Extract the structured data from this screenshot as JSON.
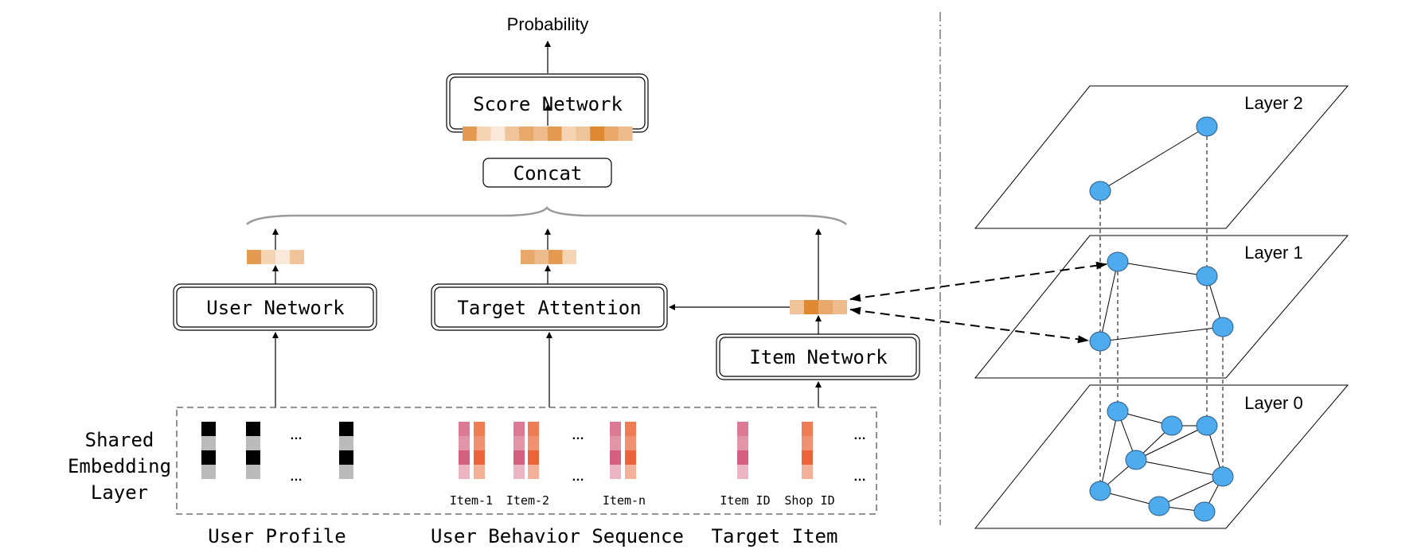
{
  "title": "Probability",
  "boxes": {
    "score": "Score Network",
    "concat": "Concat",
    "user": "User Network",
    "attention": "Target Attention",
    "item": "Item Network"
  },
  "embedding_layer_label": [
    "Shared",
    "Embedding",
    "Layer"
  ],
  "group_labels": {
    "user_profile": "User Profile",
    "behavior": "User Behavior Sequence",
    "target": "Target Item"
  },
  "item_labels": {
    "item1": "Item-1",
    "item2": "Item-2",
    "itemn": "Item-n",
    "item_id": "Item ID",
    "shop_id": "Shop ID"
  },
  "ellipsis": "…",
  "layers": [
    "Layer 2",
    "Layer 1",
    "Layer 0"
  ],
  "colors": {
    "node_fill": "#4eabee",
    "node_stroke": "#2c5d86",
    "brace": "#999999",
    "profile_dark": "#000000",
    "profile_light": "#bbbbbb",
    "item_pink": [
      "#dc7a95",
      "#e295a8",
      "#d4607f",
      "#ebb5c4"
    ],
    "item_orange": [
      "#ee7d55",
      "#f09272",
      "#eb6338",
      "#f4b199"
    ],
    "score_vector": [
      "#e59a52",
      "#f4d4b3",
      "#fae9db",
      "#f0c49a",
      "#e8a86a",
      "#eebc8c",
      "#e59a52",
      "#f4d4b3",
      "#f0c49a",
      "#df8a33",
      "#e8a86a",
      "#eebc8c"
    ],
    "user_vector": [
      "#e59a52",
      "#f4d4b3",
      "#fae9db",
      "#f0c49a"
    ],
    "attention_vector": [
      "#e8a86a",
      "#eebc8c",
      "#e59a52",
      "#f4d4b3"
    ],
    "item_vector": [
      "#f0c49a",
      "#df8a33",
      "#e8a86a",
      "#eebc8c"
    ]
  }
}
